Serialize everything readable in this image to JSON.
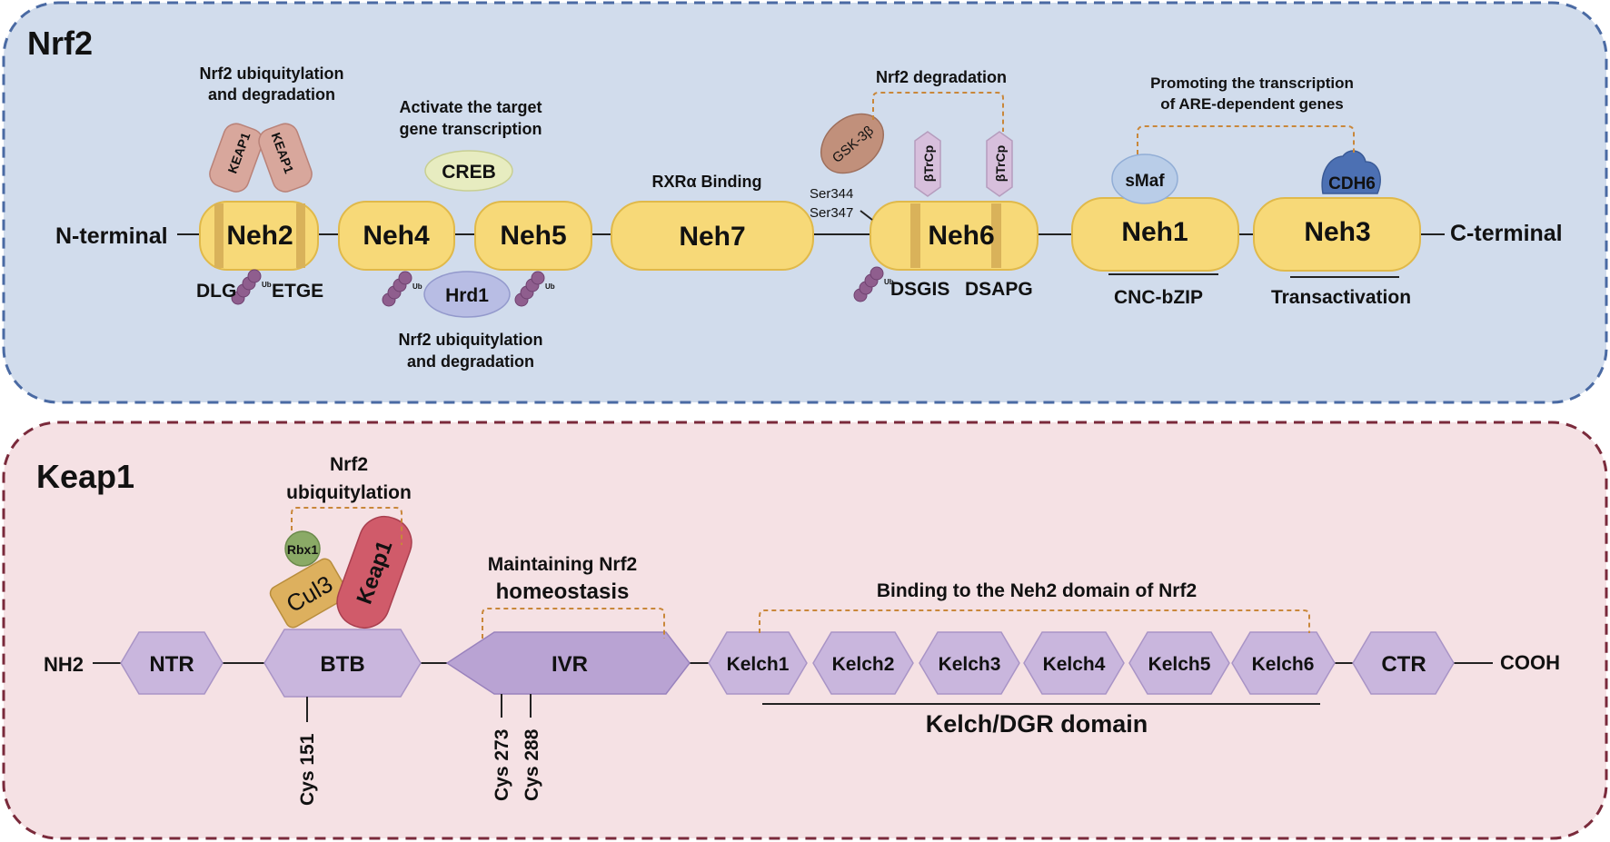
{
  "panels": {
    "nrf2": {
      "title": "Nrf2",
      "n_terminal": "N-terminal",
      "c_terminal": "C-terminal",
      "domains": {
        "neh2": "Neh2",
        "neh4": "Neh4",
        "neh5": "Neh5",
        "neh7": "Neh7",
        "neh6": "Neh6",
        "neh1": "Neh1",
        "neh3": "Neh3"
      },
      "motifs": {
        "dlg": "DLG",
        "etge": "ETGE",
        "dsgis": "DSGIS",
        "dsapg": "DSAPG"
      },
      "sites": {
        "ser344": "Ser344",
        "ser347": "Ser347"
      },
      "ub_tag": "Ub",
      "proteins": {
        "keap1_a": "KEAP1",
        "keap1_b": "KEAP1",
        "creb": "CREB",
        "hrd1": "Hrd1",
        "gsk3b": "GSK-3β",
        "btrcp_a": "βTrCp",
        "btrcp_b": "βTrCp",
        "smaf": "sMaf",
        "cdh6": "CDH6"
      },
      "annotations": {
        "ub_deg_top_1": "Nrf2 ubiquitylation",
        "ub_deg_top_2": "and degradation",
        "activate_1": "Activate the target",
        "activate_2": "gene transcription",
        "rxra": "RXRα Binding",
        "ub_deg_bottom_1": "Nrf2 ubiquitylation",
        "ub_deg_bottom_2": "and degradation",
        "degradation": "Nrf2 degradation",
        "promoting_1": "Promoting the transcription",
        "promoting_2": "of ARE-dependent genes",
        "cnc_bzip": "CNC-bZIP",
        "transactivation": "Transactivation"
      }
    },
    "keap1": {
      "title": "Keap1",
      "nh2": "NH2",
      "cooh": "COOH",
      "domains": {
        "ntr": "NTR",
        "btb": "BTB",
        "ivr": "IVR",
        "kelch1": "Kelch1",
        "kelch2": "Kelch2",
        "kelch3": "Kelch3",
        "kelch4": "Kelch4",
        "kelch5": "Kelch5",
        "kelch6": "Kelch6",
        "ctr": "CTR"
      },
      "proteins": {
        "rbx1": "Rbx1",
        "cul3": "Cul3",
        "keap1": "Keap1"
      },
      "cys": {
        "c151": "Cys 151",
        "c273": "Cys 273",
        "c288": "Cys 288"
      },
      "annotations": {
        "ubiq_1": "Nrf2",
        "ubiq_2": "ubiquitylation",
        "maintain_1": "Maintaining Nrf2",
        "maintain_2": "homeostasis",
        "binding": "Binding to the Neh2 domain of Nrf2",
        "kelch_dgr": "Kelch/DGR domain"
      }
    }
  },
  "colors": {
    "nrf2_panel_fill": "#d1dcec",
    "nrf2_panel_border": "#4a6aa3",
    "keap1_panel_fill": "#f5e1e4",
    "keap1_panel_border": "#7a2a3b",
    "domain_yellow": "#f7d978",
    "hexagon_purple": "#c9b6dd",
    "bracket_orange": "#c9873a"
  }
}
